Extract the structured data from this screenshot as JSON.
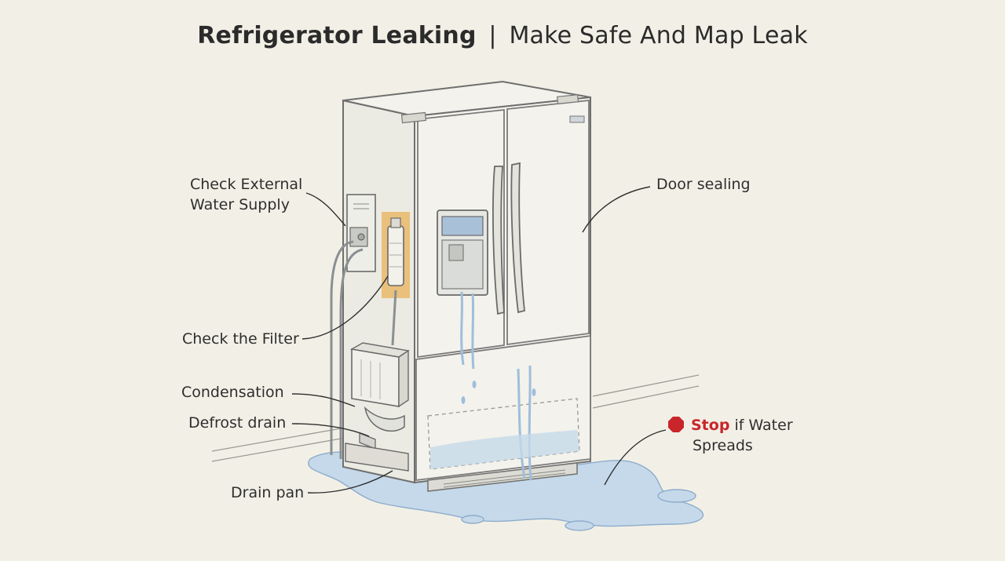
{
  "title": {
    "bold": "Refrigerator Leaking",
    "separator": "|",
    "rest": "Make Safe And Map Leak"
  },
  "labels": {
    "external_water_line1": "Check External",
    "external_water_line2": "Water Supply",
    "check_filter": "Check the Filter",
    "condensation": "Condensation",
    "defrost_drain": "Defrost drain",
    "drain_pan": "Drain pan",
    "door_sealing": "Door sealing",
    "stop_word": "Stop",
    "stop_rest_line1": " if Water",
    "stop_rest_line2": "Spreads"
  },
  "colors": {
    "background": "#f2f0e6",
    "stop_red": "#c8262b",
    "filter_highlight": "#e9b96a",
    "water": "#bcd3e6"
  },
  "icons": {
    "stop": "stop-octagon-icon"
  }
}
